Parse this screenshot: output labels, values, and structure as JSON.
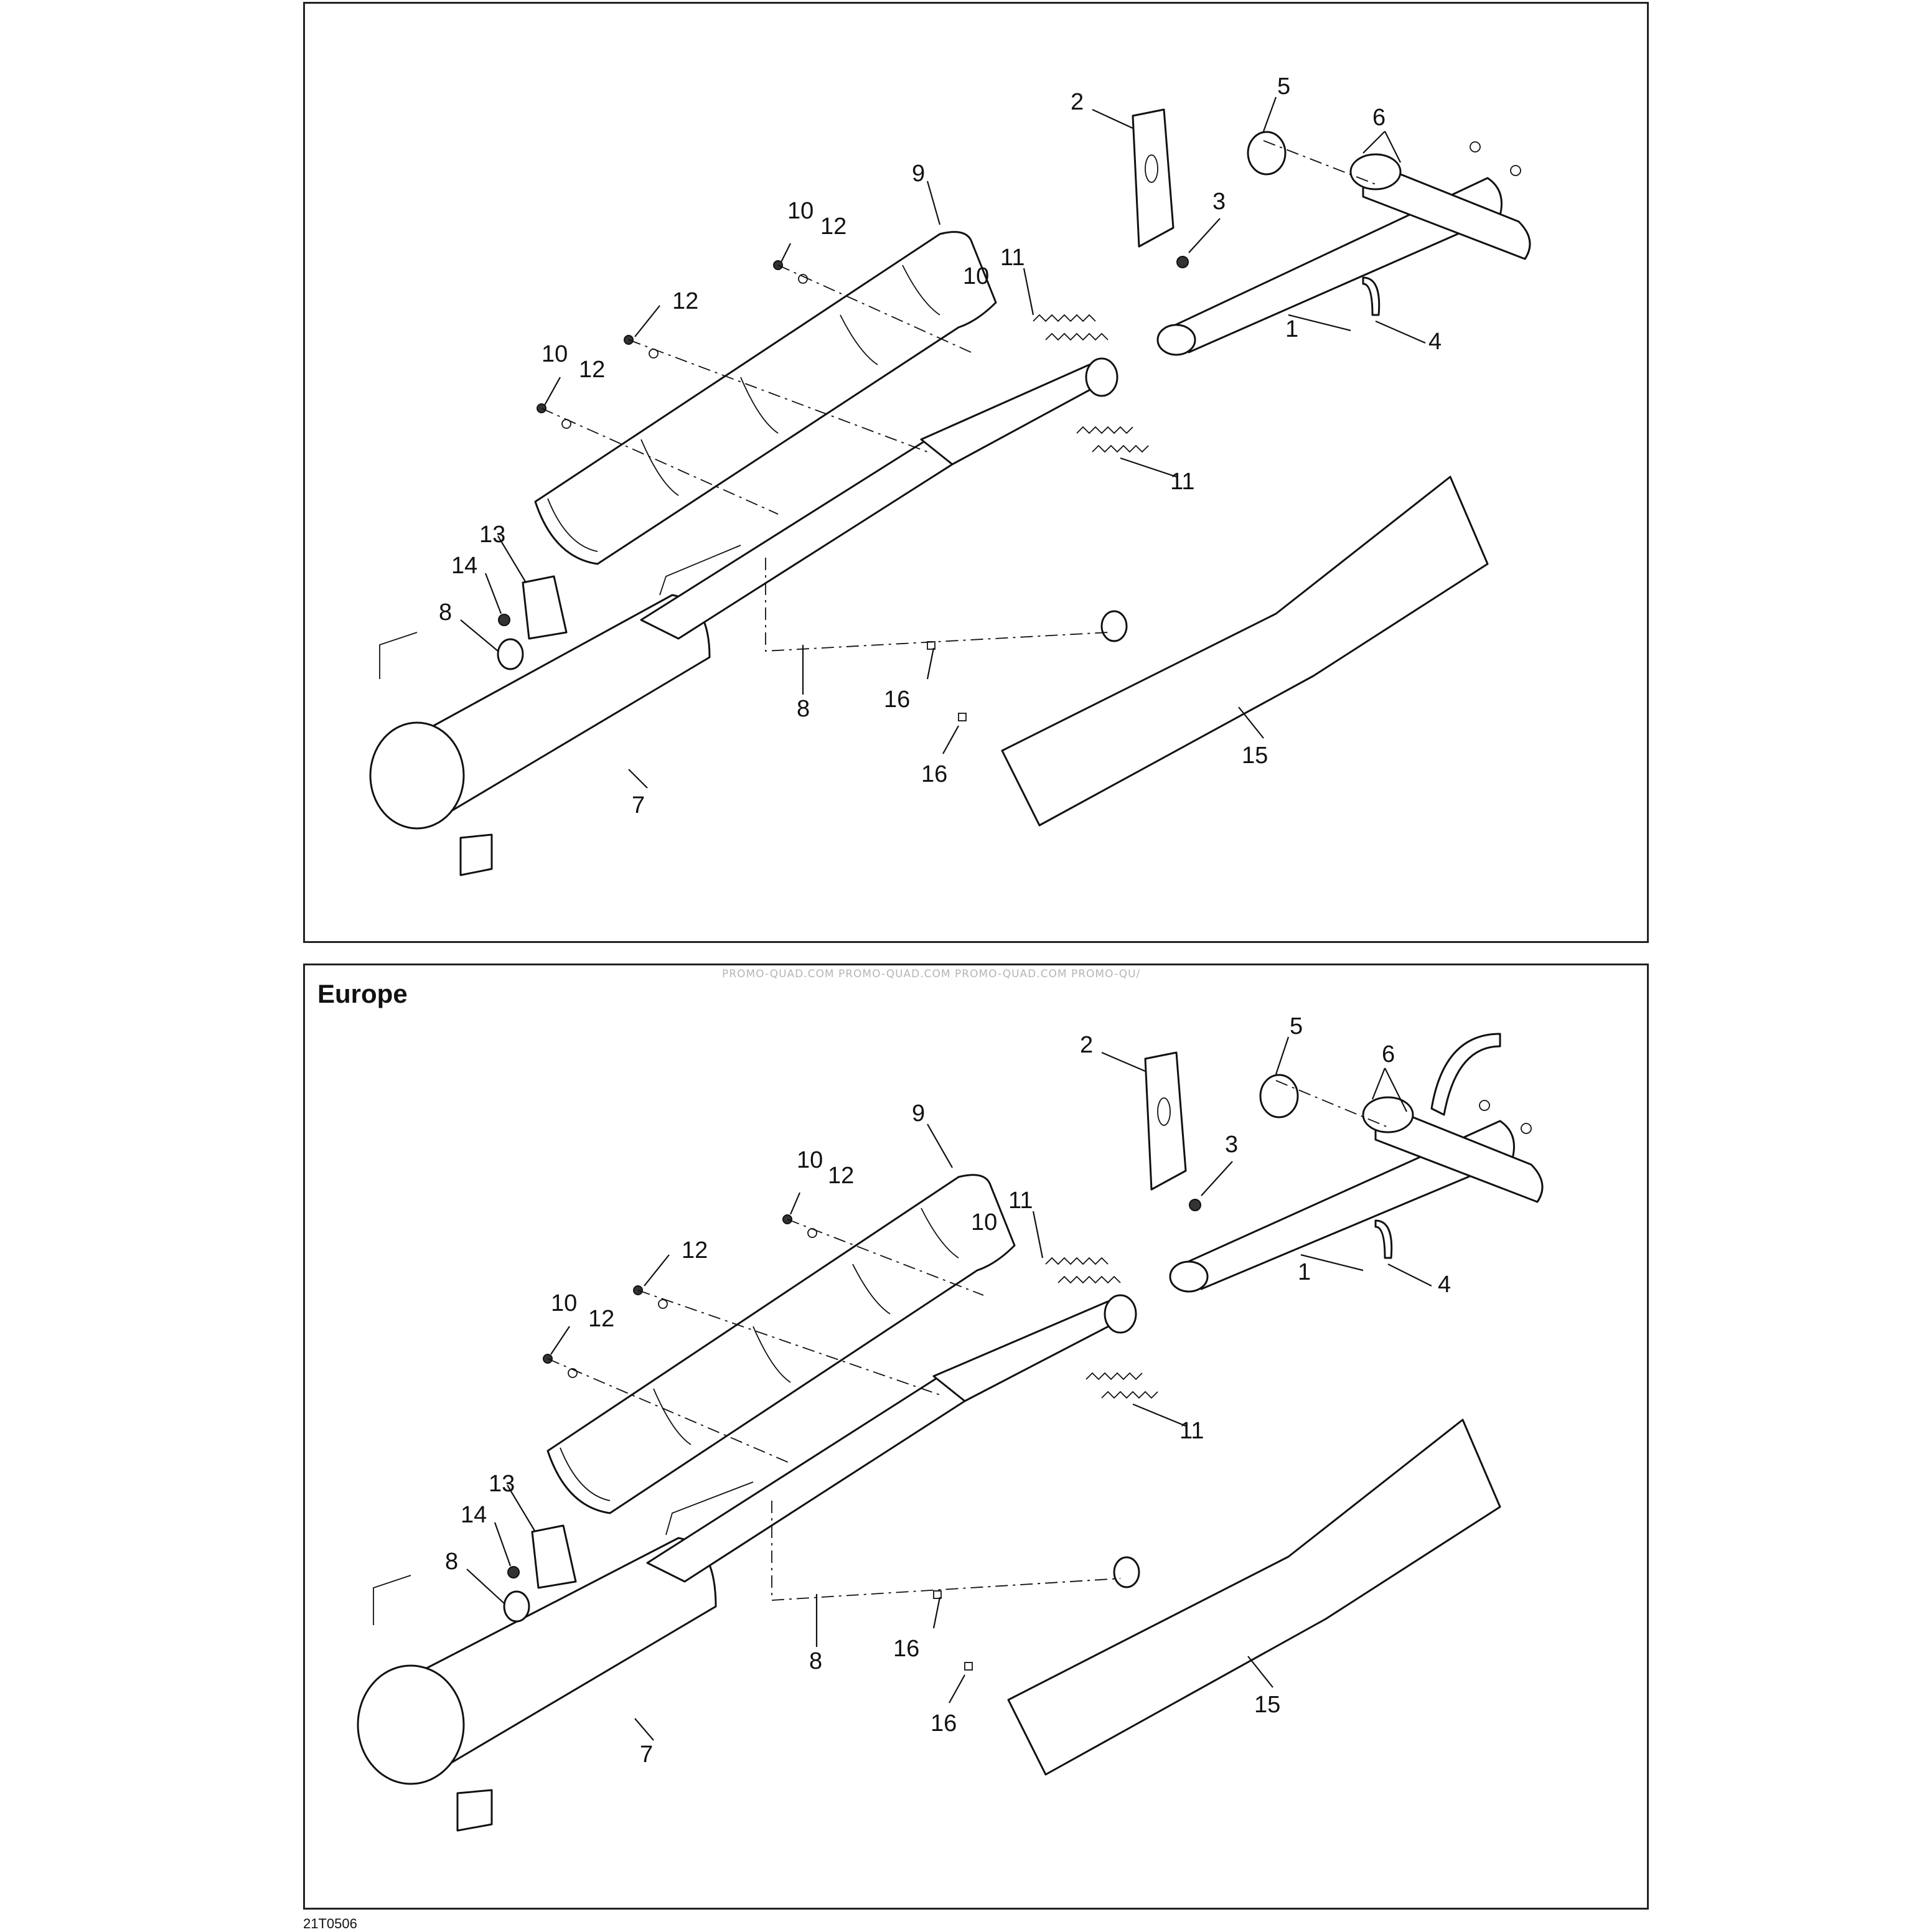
{
  "figure_code": "21T0506",
  "panels": [
    {
      "title": "",
      "watermark": "",
      "callouts": {
        "c1": "1",
        "c2": "2",
        "c3": "3",
        "c4": "4",
        "c5": "5",
        "c6": "6",
        "c7": "7",
        "c8a": "8",
        "c8b": "8",
        "c9": "9",
        "c10a": "10",
        "c10b": "10",
        "c10c": "10",
        "c11a": "11",
        "c11b": "11",
        "c12a": "12",
        "c12b": "12",
        "c12c": "12",
        "c13": "13",
        "c14": "14",
        "c15": "15",
        "c16a": "16",
        "c16b": "16"
      }
    },
    {
      "title": "Europe",
      "watermark": "PROMO-QUAD.COM    PROMO-QUAD.COM    PROMO-QUAD.COM    PROMO-QU/",
      "callouts": {
        "c1": "1",
        "c2": "2",
        "c3": "3",
        "c4": "4",
        "c5": "5",
        "c6": "6",
        "c7": "7",
        "c8a": "8",
        "c8b": "8",
        "c9": "9",
        "c10a": "10",
        "c10b": "10",
        "c10c": "10",
        "c11a": "11",
        "c11b": "11",
        "c12a": "12",
        "c12b": "12",
        "c12c": "12",
        "c13": "13",
        "c14": "14",
        "c15": "15",
        "c16a": "16",
        "c16b": "16"
      }
    }
  ]
}
